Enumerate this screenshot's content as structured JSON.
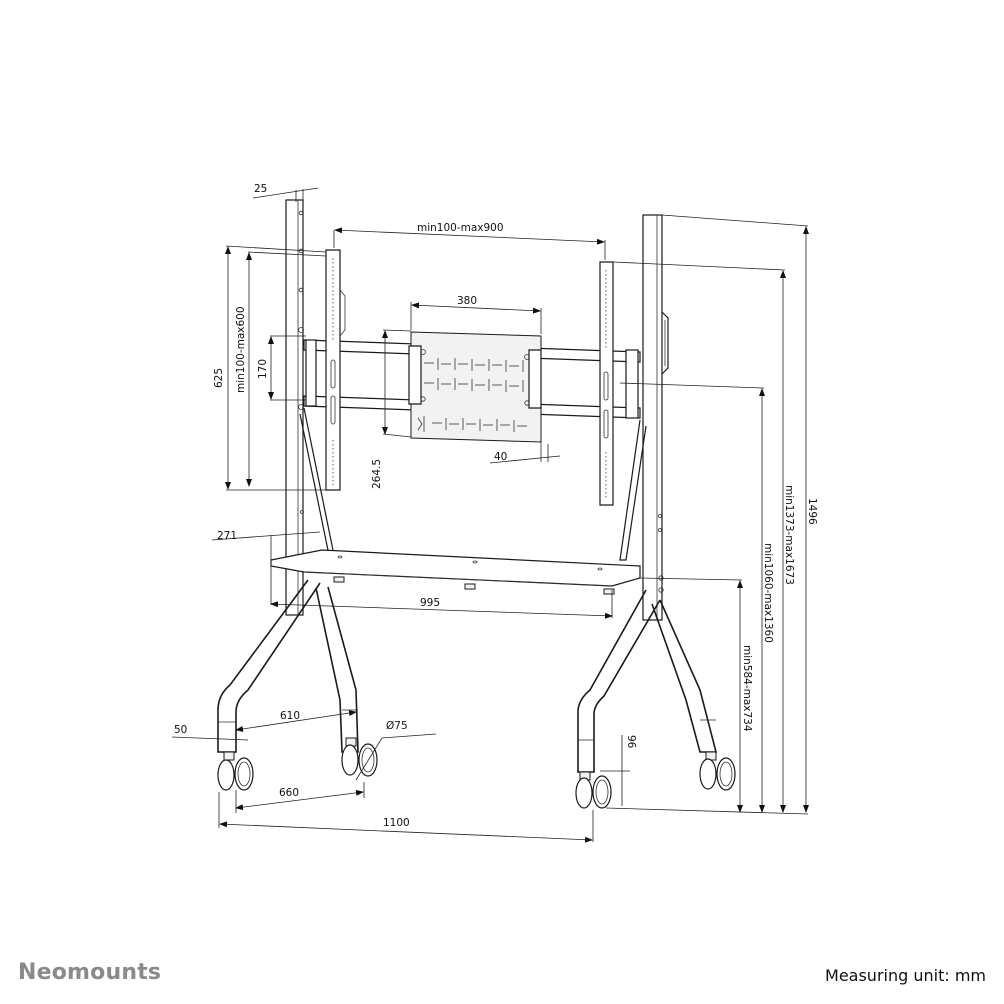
{
  "footer": {
    "brand": "Neomounts",
    "measuring_unit": "Measuring unit: mm"
  },
  "dimensions": {
    "upright_depth": "25",
    "vesa_width": "min100-max900",
    "plate_width": "380",
    "plate_height": "170",
    "vesa_height": "min100-max600",
    "bracket_length": "625",
    "plate_offset": "264.5",
    "plate_lip": "40",
    "shelf_depth": "271",
    "shelf_width": "995",
    "foot_width": "50",
    "inner_foot_spacing": "610",
    "caster_diameter": "Ø75",
    "caster_spacing": "660",
    "base_width": "1100",
    "caster_height": "96",
    "shelf_height": "min584-max734",
    "center_height": "min1060-max1360",
    "top_bracket_height": "min1373-max1673",
    "total_height": "1496"
  },
  "colors": {
    "line": "#1a1a1a",
    "brand": "#8a8a8a",
    "background": "#ffffff"
  }
}
